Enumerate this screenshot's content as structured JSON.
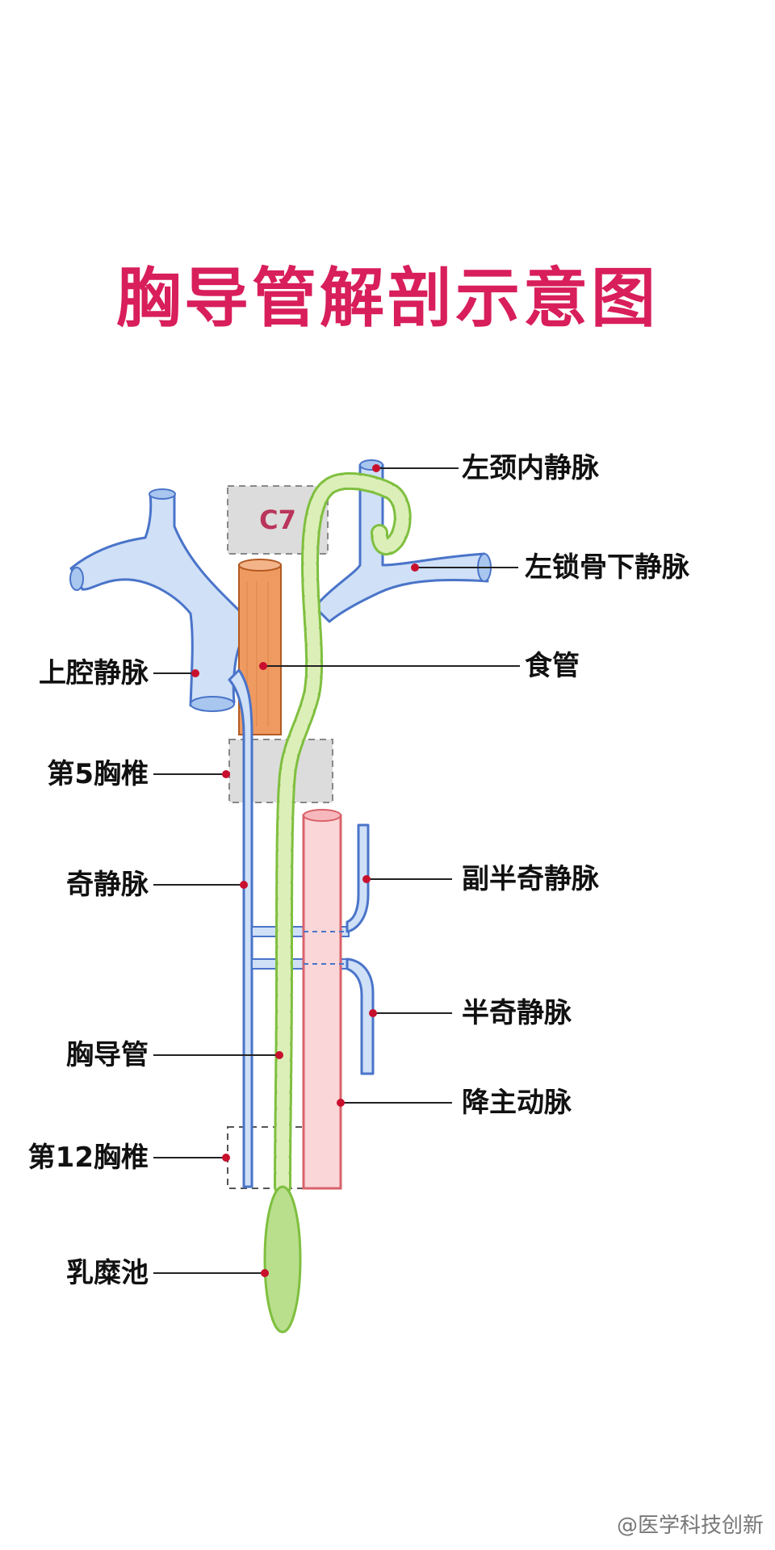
{
  "title": "胸导管解剖示意图",
  "vertebra_c7": "C7",
  "labels": {
    "left_internal_jugular_vein": "左颈内静脉",
    "left_subclavian_vein": "左锁骨下静脉",
    "superior_vena_cava": "上腔静脉",
    "esophagus": "食管",
    "fifth_thoracic_vertebra": "第5胸椎",
    "accessory_hemiazygos_vein": "副半奇静脉",
    "azygos_vein": "奇静脉",
    "hemiazygos_vein": "半奇静脉",
    "thoracic_duct": "胸导管",
    "descending_aorta": "降主动脉",
    "twelfth_thoracic_vertebra": "第12胸椎",
    "cisterna_chyli": "乳糜池"
  },
  "watermark": "@医学科技创新",
  "colors": {
    "title": "#d81e5b",
    "vein_fill": "#cfe0f7",
    "vein_stroke": "#4a74c9",
    "duct_fill": "#dcefb8",
    "duct_stroke": "#7fbf3f",
    "aorta_fill": "#fbd6d8",
    "aorta_stroke": "#d9636b",
    "esophagus_fill": "#ef9a60",
    "pointer_dot": "#c8102e"
  }
}
